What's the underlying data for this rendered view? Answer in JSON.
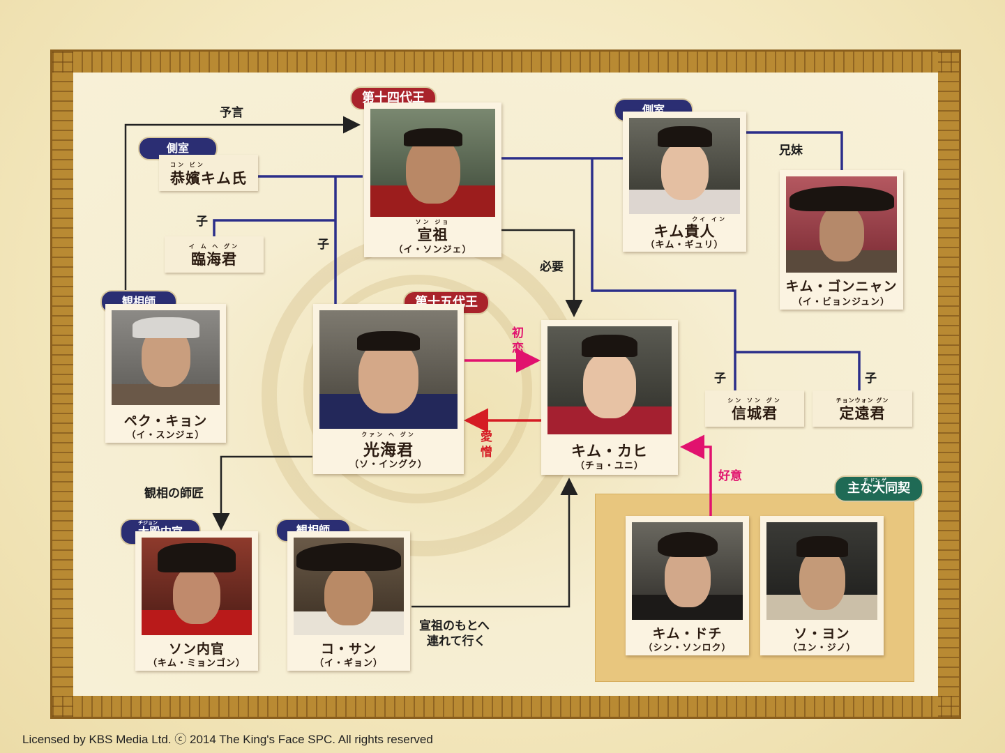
{
  "titles": {
    "king14": "第十四代王",
    "king15": "第十五代王",
    "allies": "主な大同契",
    "allies_ruby": "チ ドン ゲ"
  },
  "badges": {
    "concubine": "側室",
    "physiognomist": "観相師",
    "eunuch": "大殿内官",
    "eunuch_ruby": "チジョン"
  },
  "people": {
    "seonjo": {
      "ruby": "ソン ジョ",
      "name": "宣祖",
      "actor": "（イ・ソンジェ）"
    },
    "kim_gwiin": {
      "ruby": "クイ イン",
      "name": "キム貴人",
      "actor": "（キム・ギュリ）"
    },
    "kim_gonnyang": {
      "name": "キム・ゴンニャン",
      "actor": "（イ・ビョンジュン）"
    },
    "kwanghae": {
      "ruby": "クァン ヘ グン",
      "name": "光海君",
      "actor": "（ソ・イングク）"
    },
    "kim_gahi": {
      "name": "キム・カヒ",
      "actor": "（チョ・ユニ）"
    },
    "baek_kyon": {
      "name": "ペク・キョン",
      "actor": "（イ・スンジェ）"
    },
    "son_naegwan": {
      "name": "ソン内官",
      "actor": "（キム・ミョンゴン）"
    },
    "ko_san": {
      "name": "コ・サン",
      "actor": "（イ・ギョン）"
    },
    "kim_dochi": {
      "name": "キム・ドチ",
      "actor": "（シン・ソンロク）"
    },
    "so_yon": {
      "name": "ソ・ヨン",
      "actor": "（ユン・ジノ）"
    }
  },
  "labels": {
    "kongbin": {
      "ruby": "コン ビン",
      "name": "恭嬪キム氏"
    },
    "imhae": {
      "ruby": "イ ム ヘ グン",
      "name": "臨海君"
    },
    "sinseong": {
      "ruby": "シン ソン グン",
      "name": "信城君"
    },
    "jeongwon": {
      "ruby": "チョンウォン グン",
      "name": "定遠君"
    }
  },
  "relations": {
    "prophecy": "予言",
    "child": "子",
    "siblings": "兄妹",
    "needed": "必要",
    "first_love_1": "初",
    "first_love_2": "恋",
    "love_hate_1": "愛",
    "love_hate_2": "憎",
    "goodwill": "好意",
    "mentor": "観相の師匠",
    "taken_1": "宣祖のもとへ",
    "taken_2": "連れて行く"
  },
  "colors": {
    "blue_line": "#2b2e8a",
    "pink_arrow": "#e1126e",
    "red_arrow": "#d51c24",
    "frame": "#b98a33"
  },
  "footer": "Licensed by KBS Media Ltd.  ⓒ 2014 The King's Face SPC. All rights reserved"
}
